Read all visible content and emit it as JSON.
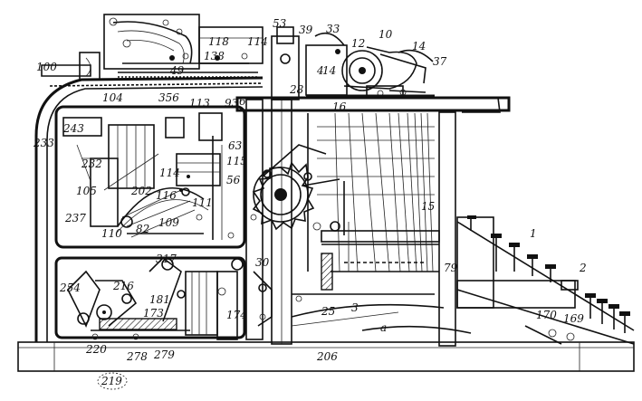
{
  "labels": {
    "l100": "100",
    "l53": "53",
    "l39": "39",
    "l33": "33",
    "l12": "12",
    "l10": "10",
    "l14a": "14",
    "l37": "37",
    "l118": "118",
    "l114a": "114",
    "l138": "138",
    "l49": "49",
    "l104": "104",
    "l356": "356",
    "l113": "113",
    "l93": "93",
    "l6": "6",
    "l4": "4",
    "l14b": "14",
    "l28": "28",
    "l16": "16",
    "l243": "243",
    "l233": "233",
    "l232": "232",
    "l63": "63",
    "l115": "115",
    "l114b": "114",
    "l56": "56",
    "l105": "105",
    "l202": "202",
    "l116": "116",
    "l111": "111",
    "l237": "237",
    "l110": "110",
    "l82": "82",
    "l109": "109",
    "l15": "15",
    "l79": "79",
    "l1": "1",
    "l2": "2",
    "l317": "317",
    "l254": "254",
    "l216": "216",
    "l181": "181",
    "l173": "173",
    "l174": "174",
    "l30": "30",
    "l25": "25",
    "l3": "3",
    "la": "a",
    "l170": "170",
    "l169": "169",
    "l220": "220",
    "l278": "278",
    "l279": "279",
    "l206": "206",
    "l219": "219"
  }
}
